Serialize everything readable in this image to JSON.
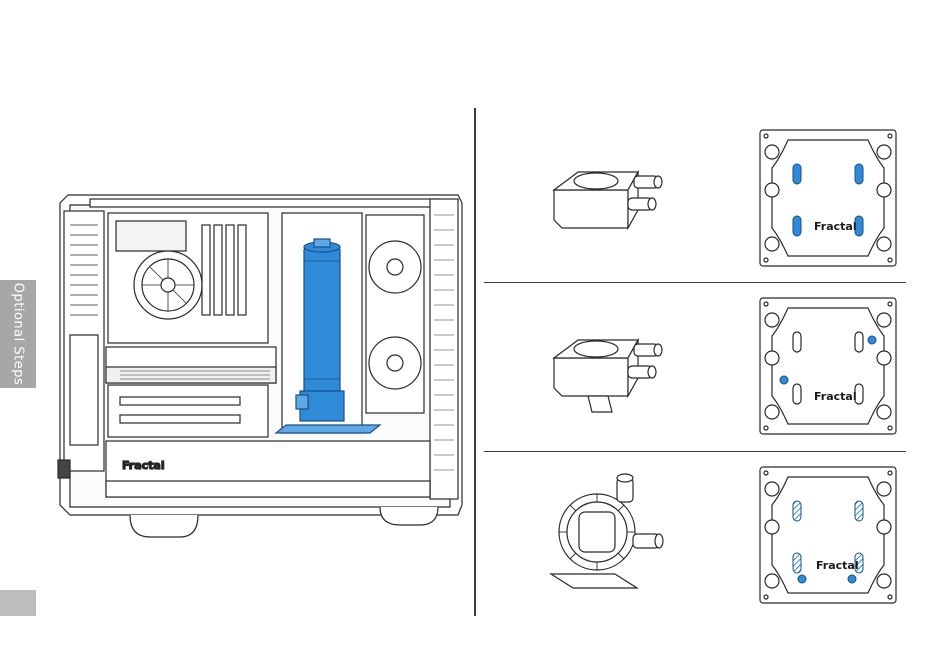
{
  "side_tab": {
    "label": "Optional Steps"
  },
  "branding": {
    "case_logo": "Fractal",
    "plate_logo": "Fractal"
  },
  "colors": {
    "accent_blue": "#2f8ad8",
    "line": "#2a2a2a",
    "tab_gray": "#a7a7a7"
  },
  "mount_options": [
    {
      "pump": "ddc-pump-block",
      "plate_logo": "Fractal",
      "marker_style": "blue-slots"
    },
    {
      "pump": "ddc-pump-bracket",
      "plate_logo": "Fractal",
      "marker_style": "blue-dots"
    },
    {
      "pump": "d5-pump",
      "plate_logo": "Fractal",
      "marker_style": "hatched-slots-blue-dots"
    }
  ]
}
